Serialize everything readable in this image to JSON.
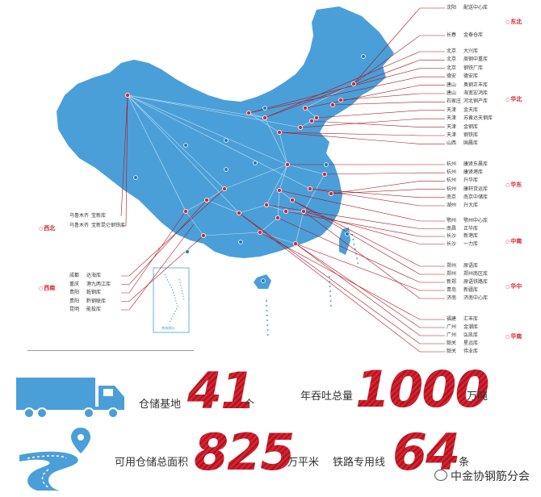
{
  "regions": {
    "dongbei": "东北",
    "huabei": "华北",
    "huadong": "华东",
    "zhongnan": "中南",
    "huazhong": "华中",
    "huanan": "华南",
    "xibei": "西北",
    "xinan": "西南"
  },
  "warehouses_right": [
    {
      "city": "沈阳",
      "name": "配送中心库"
    },
    {
      "city": "长春",
      "name": "金泰仓库"
    },
    {
      "city": "北京",
      "name": "大兴库"
    },
    {
      "city": "北京",
      "name": "周钢中重库"
    },
    {
      "city": "北京",
      "name": "钢铁厂库"
    },
    {
      "city": "德安",
      "name": "德安库"
    },
    {
      "city": "唐山",
      "name": "奥钢正丰库"
    },
    {
      "city": "唐山",
      "name": "海宽宏鸿库"
    },
    {
      "city": "石家庄",
      "name": "河北钢产库"
    },
    {
      "city": "天津",
      "name": "金天库"
    },
    {
      "city": "天津",
      "name": "苏黄达天钢库"
    },
    {
      "city": "天津",
      "name": "金钢库"
    },
    {
      "city": "天津",
      "name": "钢铁库"
    },
    {
      "city": "山西",
      "name": "国晨库"
    },
    {
      "city": "杭州",
      "name": "康贤东晨库"
    },
    {
      "city": "杭州",
      "name": "康贤港库"
    },
    {
      "city": "杭州",
      "name": "升华库"
    },
    {
      "city": "杭州",
      "name": "康轩货运库"
    },
    {
      "city": "南京",
      "name": "南京中储库"
    },
    {
      "city": "湖州",
      "name": "升大库"
    },
    {
      "city": "鄂州",
      "name": "鄂州中心库"
    },
    {
      "city": "南昌",
      "name": "正华库"
    },
    {
      "city": "长沙",
      "name": "新港库"
    },
    {
      "city": "长沙",
      "name": "一力库"
    },
    {
      "city": "郑州",
      "name": "原语库"
    },
    {
      "city": "郑州",
      "name": "郑州南区库"
    },
    {
      "city": "新郑",
      "name": "原语铁路库"
    },
    {
      "city": "青岛",
      "name": "新疆库"
    },
    {
      "city": "济南",
      "name": "济南中心库"
    },
    {
      "city": "福建",
      "name": "汇丰库"
    },
    {
      "city": "广州",
      "name": "金潮库"
    },
    {
      "city": "广州",
      "name": "弘凯库"
    },
    {
      "city": "韶关",
      "name": "星远库"
    },
    {
      "city": "韶关",
      "name": "伟业库"
    }
  ],
  "warehouses_left_nw": [
    {
      "city": "乌鲁木齐",
      "name": "宝新库"
    },
    {
      "city": "乌鲁木齐",
      "name": "宝新昆仑钢铁库"
    }
  ],
  "warehouses_left_sw": [
    {
      "city": "成都",
      "name": "达海库"
    },
    {
      "city": "重庆",
      "name": "港九两江库"
    },
    {
      "city": "贵阳",
      "name": "乾钢库"
    },
    {
      "city": "贵阳",
      "name": "黔钢联库"
    },
    {
      "city": "昆明",
      "name": "能投库"
    }
  ],
  "inset_label": "南海诸岛",
  "stats": {
    "storage_bases": {
      "label": "仓储基地",
      "value": "41",
      "unit": "个"
    },
    "annual_throughput": {
      "label": "年吞吐总量",
      "value": "1000",
      "unit": "万吨"
    },
    "total_area": {
      "label": "可用仓储总面积",
      "value": "825",
      "unit": "万平米"
    },
    "rail_lines": {
      "label": "铁路专用线",
      "value": "64",
      "unit": "条"
    }
  },
  "watermark": "中金协钢筋分会",
  "colors": {
    "map_blue": "#4a9fd8",
    "accent_red": "#d62230",
    "node_red": "#e02030",
    "node_blue": "#1e7ab5"
  }
}
